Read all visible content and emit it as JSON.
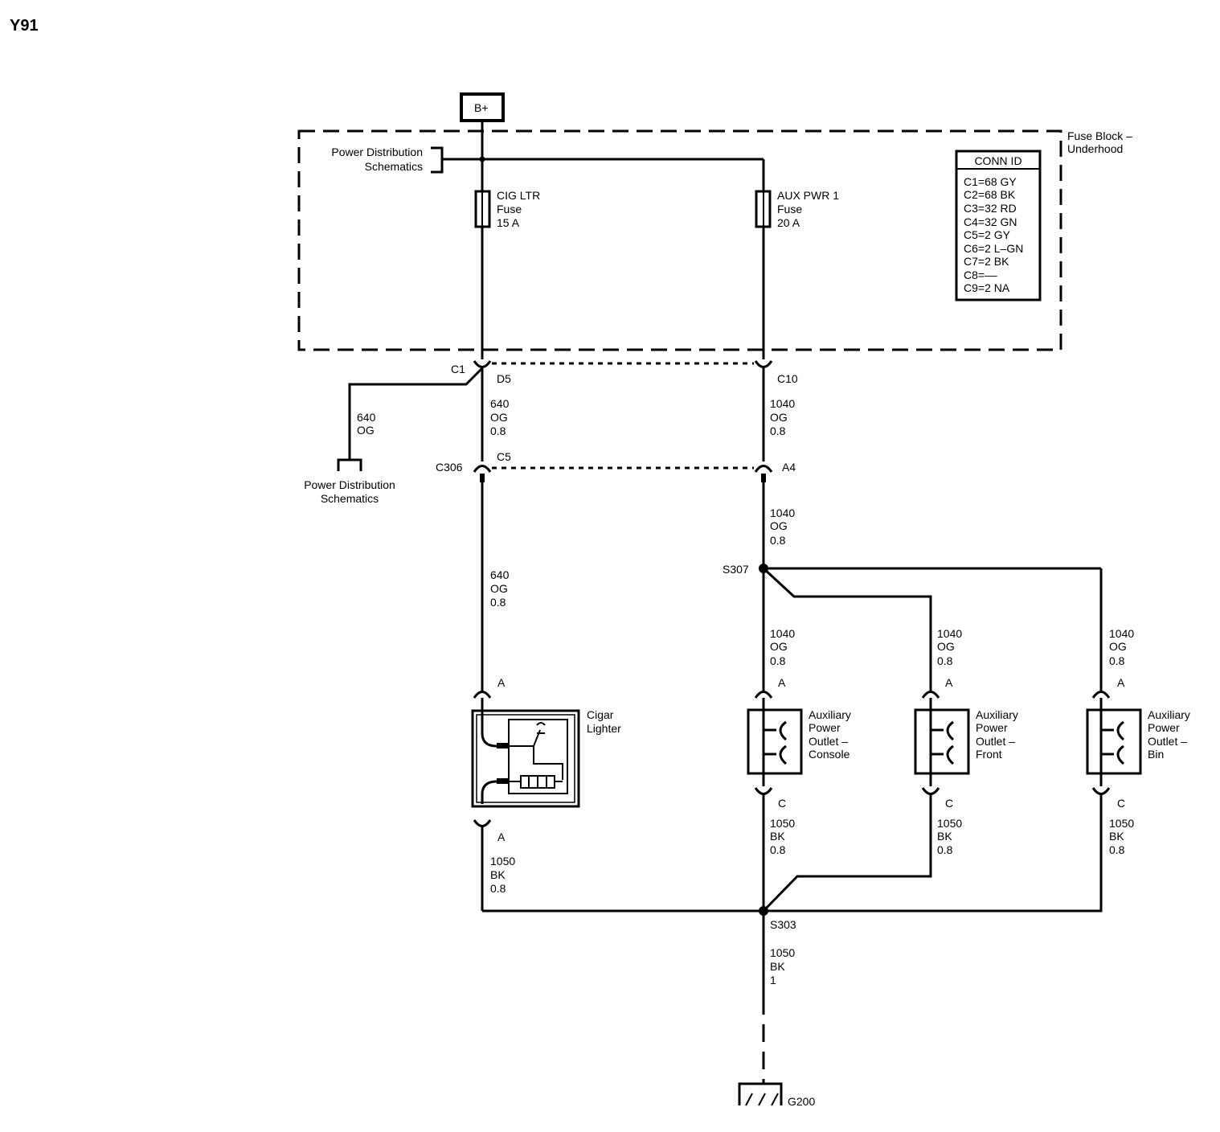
{
  "diagram_id": "Y91",
  "battery_label": "B+",
  "fuse_block": {
    "line1": "Fuse Block –",
    "line2": "Underhood"
  },
  "power_dist_top": {
    "line1": "Power Distribution",
    "line2": "Schematics"
  },
  "power_dist_left": {
    "line1": "Power Distribution",
    "line2": "Schematics"
  },
  "fuse_cig": {
    "line1": "CIG LTR",
    "line2": "Fuse",
    "line3": "15 A"
  },
  "fuse_aux": {
    "line1": "AUX PWR 1",
    "line2": "Fuse",
    "line3": "20 A"
  },
  "conn_id": {
    "header": "CONN ID",
    "rows": [
      "C1=68 GY",
      "C2=68 BK",
      "C3=32 RD",
      "C4=32 GN",
      "C5=2 GY",
      "C6=2 L–GN",
      "C7=2 BK",
      "C8=––",
      "C9=2 NA"
    ]
  },
  "connectors": {
    "c1": "C1",
    "d5": "D5",
    "c10": "C10",
    "c306": "C306",
    "c5": "C5",
    "a4": "A4",
    "s307": "S307",
    "s303": "S303",
    "g200": "G200",
    "pin_a": "A",
    "pin_c": "C"
  },
  "wires": {
    "w640_branch": {
      "line1": "640",
      "line2": "OG"
    },
    "w640_d5": {
      "line1": "640",
      "line2": "OG",
      "line3": "0.8"
    },
    "w640_lower": {
      "line1": "640",
      "line2": "OG",
      "line3": "0.8"
    },
    "w1040_c10": {
      "line1": "1040",
      "line2": "OG",
      "line3": "0.8"
    },
    "w1040_a4": {
      "line1": "1040",
      "line2": "OG",
      "line3": "0.8"
    },
    "w1040_console": {
      "line1": "1040",
      "line2": "OG",
      "line3": "0.8"
    },
    "w1040_front": {
      "line1": "1040",
      "line2": "OG",
      "line3": "0.8"
    },
    "w1040_bin": {
      "line1": "1040",
      "line2": "OG",
      "line3": "0.8"
    },
    "w1050_cig": {
      "line1": "1050",
      "line2": "BK",
      "line3": "0.8"
    },
    "w1050_console": {
      "line1": "1050",
      "line2": "BK",
      "line3": "0.8"
    },
    "w1050_front": {
      "line1": "1050",
      "line2": "BK",
      "line3": "0.8"
    },
    "w1050_bin": {
      "line1": "1050",
      "line2": "BK",
      "line3": "0.8"
    },
    "w1050_ground": {
      "line1": "1050",
      "line2": "BK",
      "line3": "1"
    }
  },
  "components": {
    "cigar": {
      "line1": "Cigar",
      "line2": "Lighter"
    },
    "console": {
      "line1": "Auxiliary",
      "line2": "Power",
      "line3": "Outlet –",
      "line4": "Console"
    },
    "front": {
      "line1": "Auxiliary",
      "line2": "Power",
      "line3": "Outlet –",
      "line4": "Front"
    },
    "bin": {
      "line1": "Auxiliary",
      "line2": "Power",
      "line3": "Outlet –",
      "line4": "Bin"
    }
  }
}
